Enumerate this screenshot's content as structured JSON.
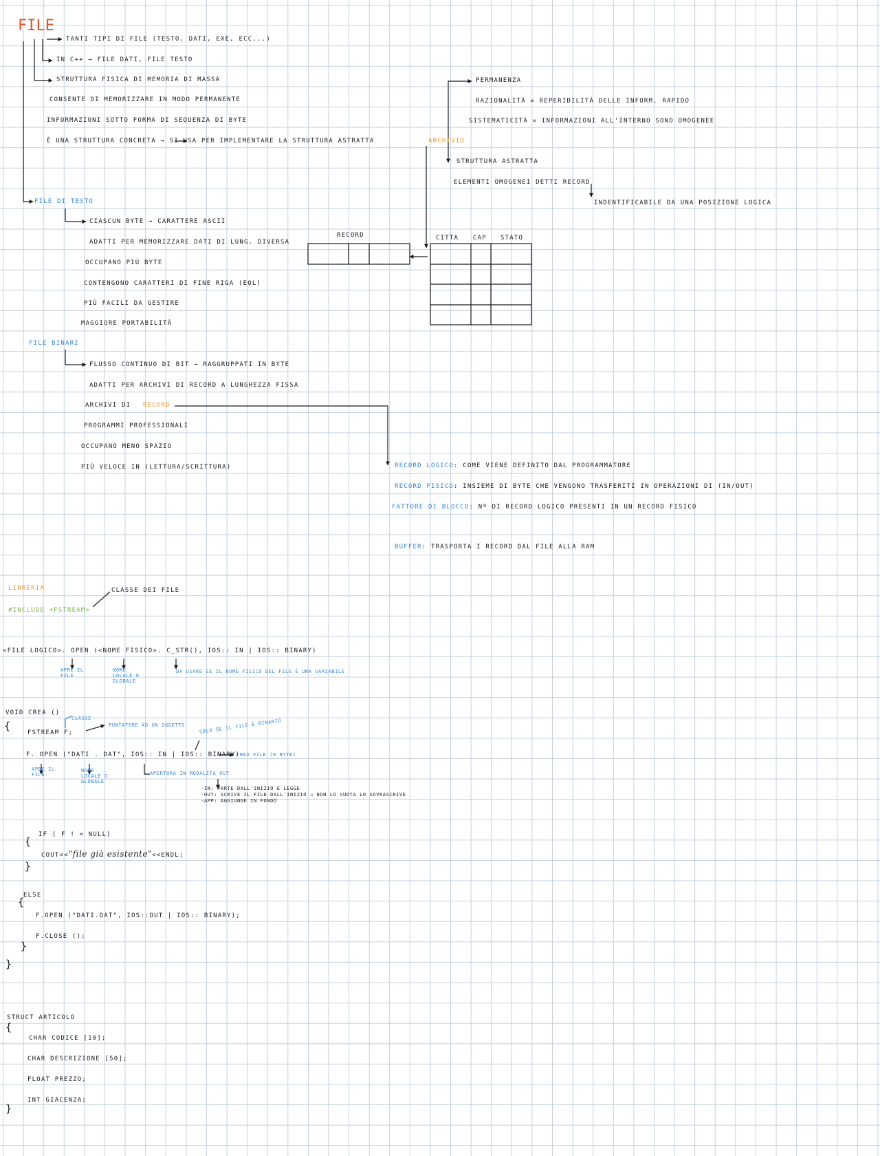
{
  "colors": {
    "ink": "#1a1a1a",
    "blue": "#2f86d6",
    "orange": "#f0962a",
    "red": "#e2542c",
    "green": "#7ab34a",
    "grid": "#c3cfe2"
  },
  "file_section": {
    "title": "FILE",
    "line1": "TANTI TIPI DI FILE (TESTO, DATI, EXE, ECC...)",
    "line2": "IN C++ → FILE DATI, FILE TESTO",
    "line3": "STRUTTURA FISICA DI MEMORIA DI MASSA",
    "line4": "CONSENTE DI MEMORIZZARE IN MODO PERMANENTE",
    "line5": "INFORMAZIONI SOTTO FORMA DI SEQUENZA DI BYTE",
    "line6": "È UNA STRUTTURA CONCRETA → SI USA PER IMPLEMENTARE LA STRUTTURA ASTRATTA",
    "archivio": "ARCHIVIO"
  },
  "archivio_props": {
    "p1": "PERMANENZA",
    "p2": "RAZIONALITÀ = REPERIBILITÀ DELLE INFORM. RAPIDO",
    "p3": "SISTEMATICITÀ = INFORMAZIONI ALL'INTERNO SONO OMOGENEE",
    "p4": "STRUTTURA ASTRATTA",
    "p5": "ELEMENTI OMOGENEI DETTI RECORD",
    "p6": "INDENTIFICABILE DA UNA POSIZIONE LOGICA"
  },
  "file_testo": {
    "title": "FILE DI TESTO",
    "i1": "CIASCUN BYTE → CARATTERE ASCII",
    "i2": "ADATTI PER MEMORIZZARE DATI DI LUNG. DIVERSA",
    "i3": "OCCUPANO PIÙ BYTE",
    "i4": "CONTENGONO CARATTERI DI FINE RIGA (EOL)",
    "i5": "PIÙ FACILI DA GESTIRE",
    "i6": "MAGGIORE PORTABILITÀ"
  },
  "record_diagram": {
    "record_label": "RECORD",
    "headers": [
      "CITTA",
      "CAP",
      "STATO"
    ]
  },
  "file_binari": {
    "title": "FILE BINARI",
    "i1": "FLUSSO CONTINUO DI BIT → RAGGRUPPATI IN BYTE",
    "i2": "ADATTI PER ARCHIVI DI RECORD A LUNGHEZZA FISSA",
    "i3a": "ARCHIVI DI",
    "i3b": "RECORD",
    "i4": "PROGRAMMI PROFESSIONALI",
    "i5": "OCCUPANO MENO SPAZIO",
    "i6": "PIÙ VELOCE IN (LETTURA/SCRITTURA)"
  },
  "record_defs": {
    "l1_term": "RECORD LOGICO",
    "l1_def": ": COME VIENE DEFINITO DAL PROGRAMMATORE",
    "l2_term": "RECORD FISICO",
    "l2_def": ": INSIEME DI BYTE CHE VENGONO TRASFERITI IN OPERAZIONI DI (IN/OUT)",
    "l3_term": "FATTORE DI BLOCCO",
    "l3_def": ": Nº DI RECORD LOGICO PRESENTI IN UN RECORD FISICO",
    "l4_term": "BUFFER",
    "l4_def": ": TRASPORTA I RECORD DAL FILE ALLA RAM"
  },
  "libreria": {
    "title": "LIBRERIA",
    "classe_note": "CLASSE DEI FILE",
    "include": "#INCLUDE <FSTREAM>"
  },
  "open_syntax": {
    "code": "<FILE LOGICO>. OPEN (<NOME FISICO>. C_STR(), IOS:: IN | IOS:: BINARY)",
    "ann_apre": "APRE IL FILE",
    "ann_nome": "NOME LOCALE O GLOBALE",
    "ann_cstr": "DA USARE SE IL NOME FISICO DEL FILE È UNA VARIABILE"
  },
  "crea_func": {
    "sig": "VOID CREA ()",
    "brace_open": "{",
    "classe_note": "CLASSE",
    "decl": "FSTREAM F;",
    "ptr_note": "PUNTATORE AD UN OGGETTO",
    "open_line": "F. OPEN (\"DATI . DAT\", IOS:: IN | IOS:: BINARY)",
    "solo_note": "SOLO SE IL FILE È BINARIO",
    "creo_note": "CREO FILE (0 BYTE)",
    "ann_apre": "APRE IL FILE",
    "ann_nome": "NOME LOCALE O GLOBALE",
    "ann_mod": "APERTURA IN MODALITÀ OUT",
    "mode_in": "-IN: PARTE DALL'INIZIO E LEGGE",
    "mode_out": "-OUT: SCRIVE IL FILE DALL'INIZIO → NON LO VUOTA LO SOVRASCRIVE",
    "mode_app": "-APP: AGGIUNGE IN FONDO",
    "if_line": "IF ( F ! = NULL)",
    "if_brace_open": "{",
    "cout_pre": "COUT<<",
    "cout_msg": "\"file già esistente\"",
    "cout_post": "<<ENDL;",
    "if_brace_close": "}",
    "else_line": "ELSE",
    "else_brace_open": "{",
    "else_open": "F.OPEN (\"DATI.DAT\", IOS::OUT | IOS:: BINARY);",
    "else_close": "F.CLOSE ();",
    "else_brace_close": "}",
    "brace_close": "}"
  },
  "struct_def": {
    "sig": "STRUCT ARTICOLO",
    "brace_open": "{",
    "f1": "CHAR CODICE [10];",
    "f2": "CHAR DESCRIZIONE [50];",
    "f3": "FLOAT PREZZO;",
    "f4": "INT GIACENZA;",
    "brace_close": "}"
  }
}
